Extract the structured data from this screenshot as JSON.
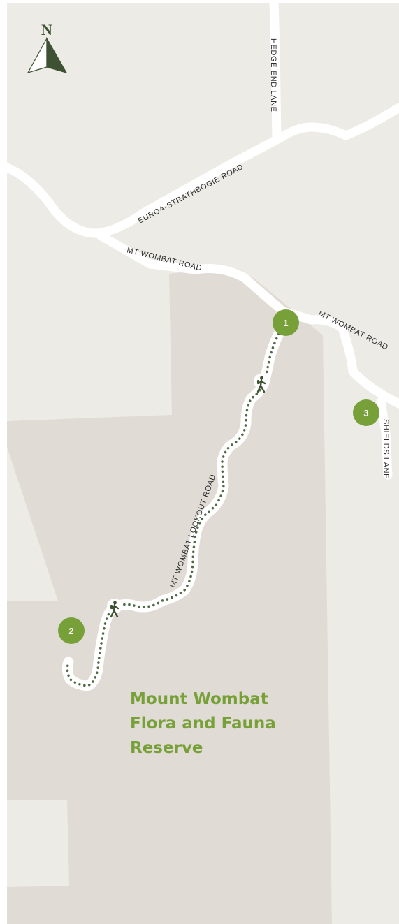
{
  "compass": {
    "letter": "N",
    "icon": "north-arrow-icon"
  },
  "roads": {
    "hedge_end_lane": "HEDGE END LANE",
    "euroa_strathbogie_road": "EUROA-STRATHBOGIE ROAD",
    "mt_wombat_road_west": "MT WOMBAT ROAD",
    "mt_wombat_road_east": "MT WOMBAT ROAD",
    "shields_lane": "SHIELDS LANE",
    "mt_wombat_lookout_road": "MT WOMBAT LOOKOUT ROAD"
  },
  "markers": [
    {
      "id": "1",
      "label": "1"
    },
    {
      "id": "2",
      "label": "2"
    },
    {
      "id": "3",
      "label": "3"
    }
  ],
  "hiker_icons": [
    "hiker-icon",
    "hiker-icon"
  ],
  "reserve": {
    "line1": "Mount Wombat",
    "line2": "Flora and Fauna",
    "line3": "Reserve"
  },
  "colors": {
    "background_land": "#edebe6",
    "reserve_area": "#e0dbd4",
    "road": "#ffffff",
    "trail": "#4e6a42",
    "marker": "#78a039",
    "reserve_text": "#78a039",
    "compass_dark": "#3d5232"
  }
}
